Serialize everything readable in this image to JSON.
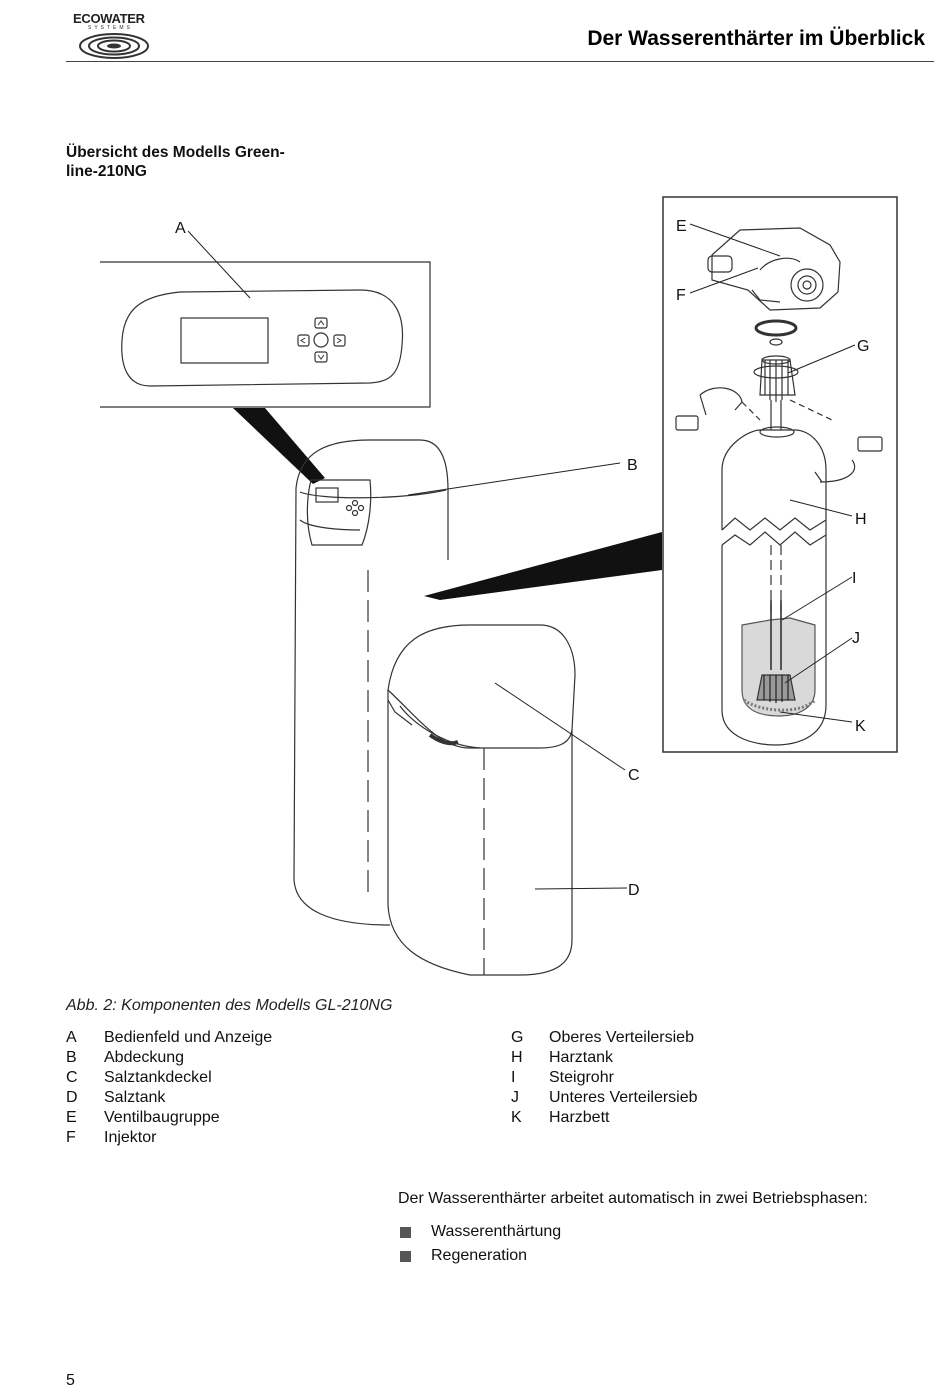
{
  "header": {
    "logo_text": "ECOWATER",
    "logo_subtext": "SYSTEMS",
    "title": "Der Wasserenthärter im Überblick"
  },
  "section": {
    "heading_line1": "Übersicht des Modells Green-",
    "heading_line2": "line-210NG"
  },
  "figure": {
    "labels": {
      "a": "A",
      "b": "B",
      "c": "C",
      "d": "D",
      "e": "E",
      "f": "F",
      "g": "G",
      "h": "H",
      "i": "I",
      "j": "J",
      "k": "K"
    },
    "caption": "Abb. 2: Komponenten des Modells GL-210NG"
  },
  "legend": {
    "left": [
      {
        "key": "A",
        "label": "Bedienfeld und Anzeige"
      },
      {
        "key": "B",
        "label": "Abdeckung"
      },
      {
        "key": "C",
        "label": "Salztankdeckel"
      },
      {
        "key": "D",
        "label": "Salztank"
      },
      {
        "key": "E",
        "label": "Ventilbaugruppe"
      },
      {
        "key": "F",
        "label": "Injektor"
      }
    ],
    "right": [
      {
        "key": "G",
        "label": "Oberes Verteilersieb"
      },
      {
        "key": "H",
        "label": "Harztank"
      },
      {
        "key": "I",
        "label": "Steigrohr"
      },
      {
        "key": "J",
        "label": "Unteres Verteilersieb"
      },
      {
        "key": "K",
        "label": "Harzbett"
      }
    ]
  },
  "body": {
    "intro": "Der Wasserenthärter arbeitet automatisch in zwei Betriebsphasen:",
    "bullets": [
      "Wasserenthärtung",
      "Regeneration"
    ]
  },
  "footer": {
    "page_number": "5"
  }
}
